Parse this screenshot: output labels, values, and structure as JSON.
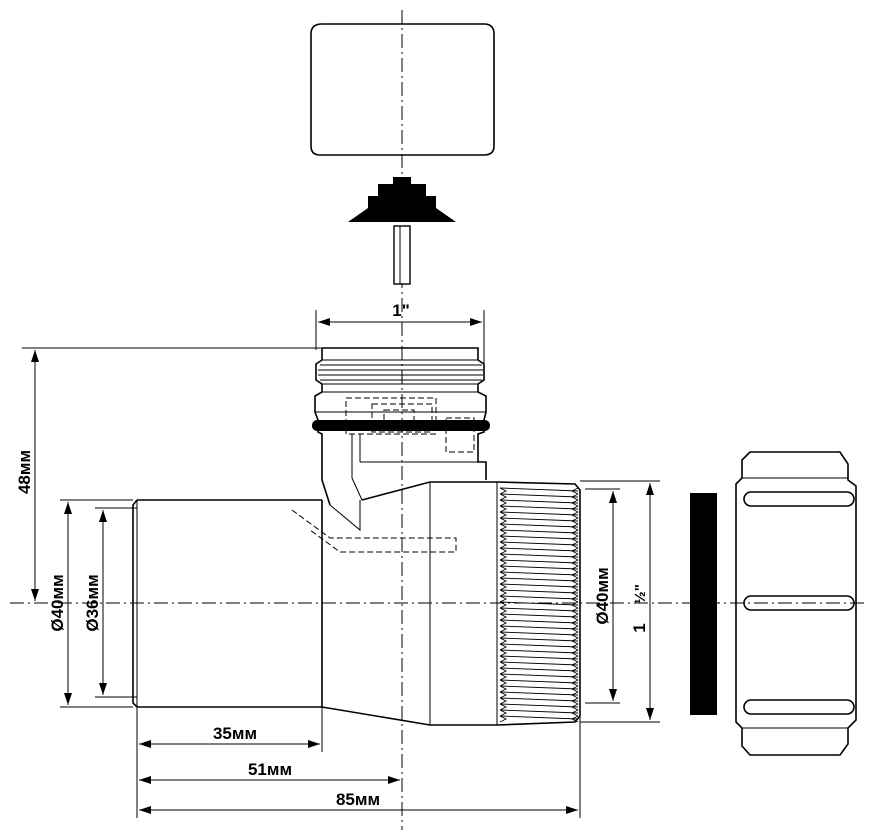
{
  "diagram": {
    "dimensions": {
      "thread_top": "1\"",
      "height_48": "48мм",
      "dia_40_left": "Ø40мм",
      "dia_36": "Ø36мм",
      "dia_40_right": "Ø40мм",
      "thread_right_whole": "1",
      "thread_right_frac": "½\"",
      "len_35": "35мм",
      "len_51": "51мм",
      "len_85": "85мм"
    },
    "colors": {
      "line": "#000000",
      "background": "#ffffff",
      "gasket": "#000000"
    }
  }
}
